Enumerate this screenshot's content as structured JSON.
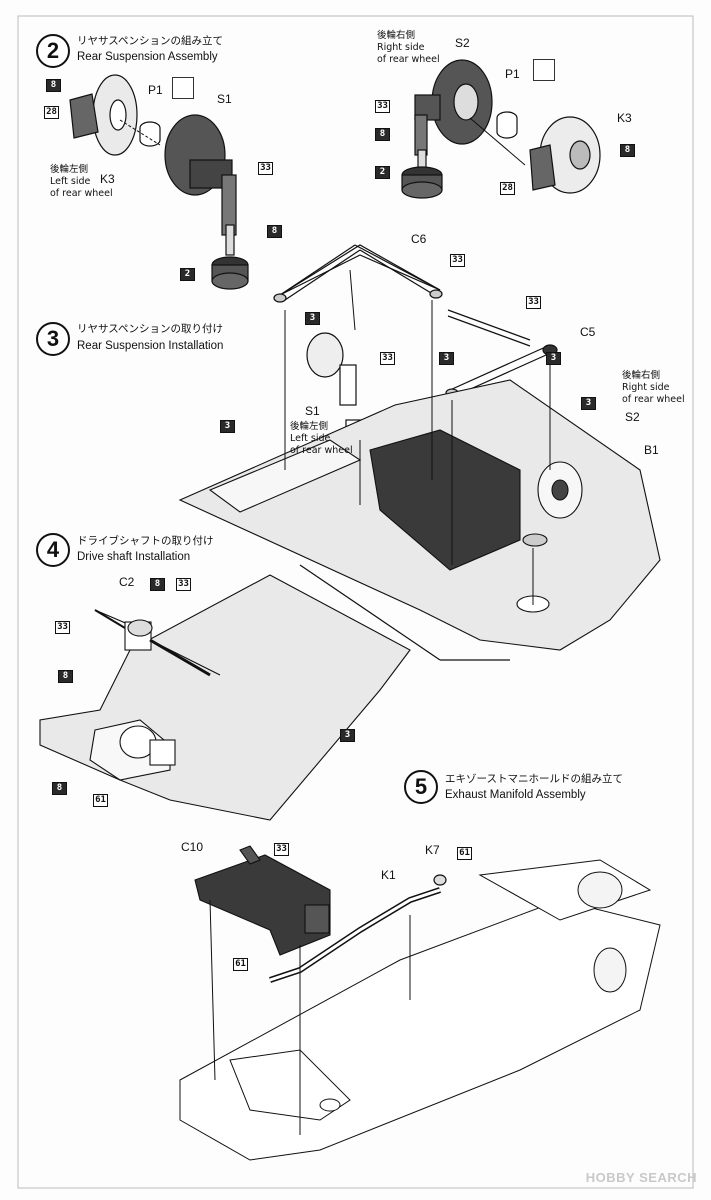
{
  "steps": {
    "s2": {
      "num": "2",
      "jp": "リヤサスペンションの組み立て",
      "en": "Rear Suspension Assembly"
    },
    "s3": {
      "num": "3",
      "jp": "リヤサスペンションの取り付け",
      "en": "Rear Suspension Installation"
    },
    "s4": {
      "num": "4",
      "jp": "ドライブシャフトの取り付け",
      "en": "Drive shaft Installation"
    },
    "s5": {
      "num": "5",
      "jp": "エキゾーストマニホールドの組み立て",
      "en": "Exhaust Manifold Assembly"
    }
  },
  "callouts": {
    "p1_left": "P1",
    "s1_top": "S1",
    "k3_left": "K3",
    "s2_top": "S2",
    "p1_right": "P1",
    "k3_right": "K3",
    "c6": "C6",
    "c5": "C5",
    "s1_mid": "S1",
    "s2_mid": "S2",
    "b1": "B1",
    "c2": "C2",
    "c10": "C10",
    "k7": "K7",
    "k1": "K1"
  },
  "notes": {
    "left_rear_1": {
      "jp": "後輪左側",
      "en1": "Left side",
      "en2": "of rear wheel"
    },
    "right_rear_1": {
      "jp": "後輪右側",
      "en1": "Right side",
      "en2": "of rear wheel"
    },
    "left_rear_2": {
      "jp": "後輪左側",
      "en1": "Left side",
      "en2": "of rear wheel"
    },
    "right_rear_2": {
      "jp": "後輪右側",
      "en1": "Right side",
      "en2": "of rear wheel"
    }
  },
  "part_codes": {
    "c8a": "8",
    "c28a": "28",
    "c33a": "33",
    "c8b": "8",
    "c2a": "2",
    "c33b": "33",
    "c8c": "8",
    "c2b": "2",
    "c8d": "8",
    "c28b": "28",
    "c33c": "33",
    "c3a": "3",
    "c33d": "33",
    "c3b": "3",
    "c33e": "33",
    "c3c": "3",
    "c3d": "3",
    "c33f": "33",
    "c8e": "8",
    "c33g": "33",
    "c8f": "8",
    "c8g": "8",
    "c61a": "61",
    "c3e": "3",
    "c33h": "33",
    "c61b": "61",
    "c61c": "61"
  },
  "watermark": "HOBBY SEARCH"
}
